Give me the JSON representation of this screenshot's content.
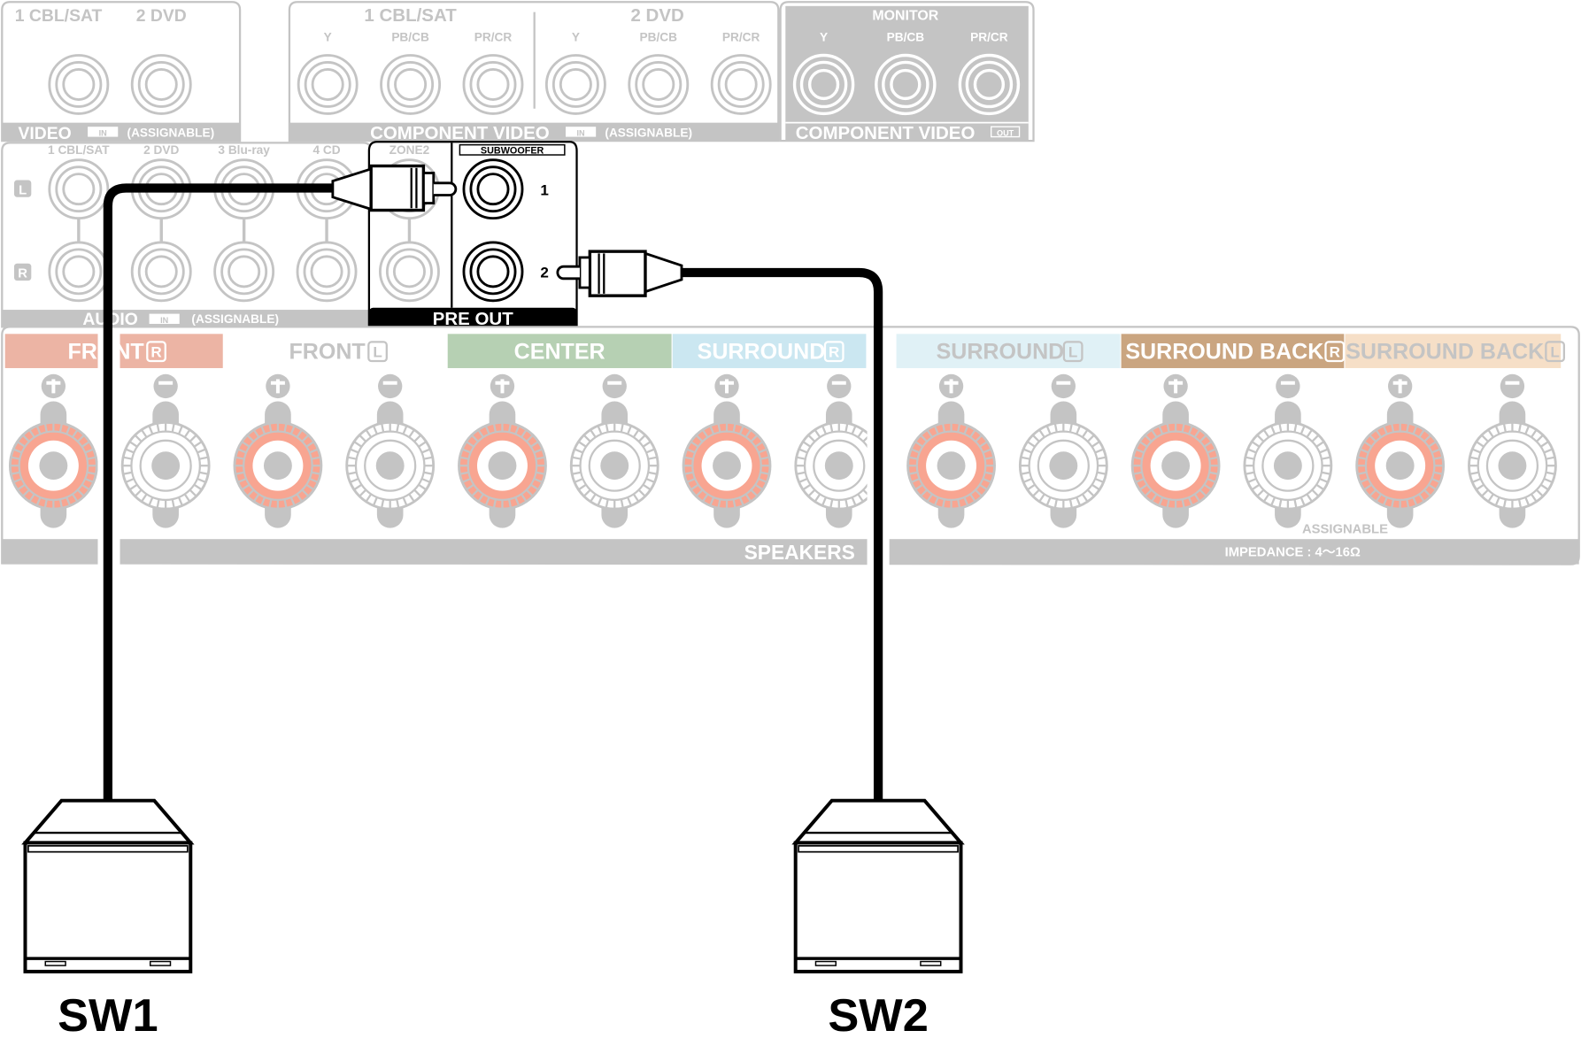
{
  "video_in": {
    "inputs": [
      "1 CBL/SAT",
      "2 DVD"
    ],
    "footer": "VIDEO",
    "badge": "IN",
    "note": "(ASSIGNABLE)"
  },
  "component_in": {
    "groups": [
      {
        "name": "1 CBL/SAT",
        "channels": [
          "Y",
          "PB/CB",
          "PR/CR"
        ]
      },
      {
        "name": "2 DVD",
        "channels": [
          "Y",
          "PB/CB",
          "PR/CR"
        ]
      }
    ],
    "footer": "COMPONENT VIDEO",
    "badge": "IN",
    "note": "(ASSIGNABLE)"
  },
  "component_out": {
    "title": "MONITOR",
    "channels": [
      "Y",
      "PB/CB",
      "PR/CR"
    ],
    "footer": "COMPONENT VIDEO",
    "badge": "OUT"
  },
  "audio_in": {
    "inputs": [
      "1 CBL/SAT",
      "2 DVD",
      "3 Blu-ray",
      "4 CD"
    ],
    "row_labels": [
      "L",
      "R"
    ],
    "footer": "AUDIO",
    "badge": "IN",
    "note": "(ASSIGNABLE)"
  },
  "pre_out": {
    "zone_label": "ZONE2",
    "subwoofer_label": "SUBWOOFER",
    "ports": [
      "1",
      "2"
    ],
    "footer": "PRE OUT"
  },
  "speakers": {
    "channels": [
      {
        "label": "FRONT",
        "side": "R",
        "color": "#ecb4a4",
        "text_color": "#ffffff"
      },
      {
        "label": "FRONT",
        "side": "L",
        "color": "#ffffff",
        "text_color": "#c4c4c4"
      },
      {
        "label": "CENTER",
        "side": "",
        "color": "#b6d0b3",
        "text_color": "#ffffff"
      },
      {
        "label": "SURROUND",
        "side": "R",
        "color": "#cbe7f1",
        "text_color": "#ffffff"
      },
      {
        "label": "SURROUND",
        "side": "L",
        "color": "#e0f1f6",
        "text_color": "#c4c4c4"
      },
      {
        "label": "SURROUND BACK",
        "side": "R",
        "color": "#caa580",
        "text_color": "#ffffff"
      },
      {
        "label": "SURROUND BACK",
        "side": "L",
        "color": "#f6dfc7",
        "text_color": "#c4c4c4"
      }
    ],
    "plus": "+",
    "minus": "−",
    "assignable": "ASSIGNABLE",
    "footer": "SPEAKERS",
    "impedance": "IMPEDANCE : 4〜16Ω",
    "terminal_color": "#f8a591"
  },
  "subwoofers": [
    {
      "label": "SW1",
      "connected_port": "1"
    },
    {
      "label": "SW2",
      "connected_port": "2"
    }
  ],
  "colors": {
    "panel_gray": "#c4c4c4",
    "cable": "#000000"
  }
}
